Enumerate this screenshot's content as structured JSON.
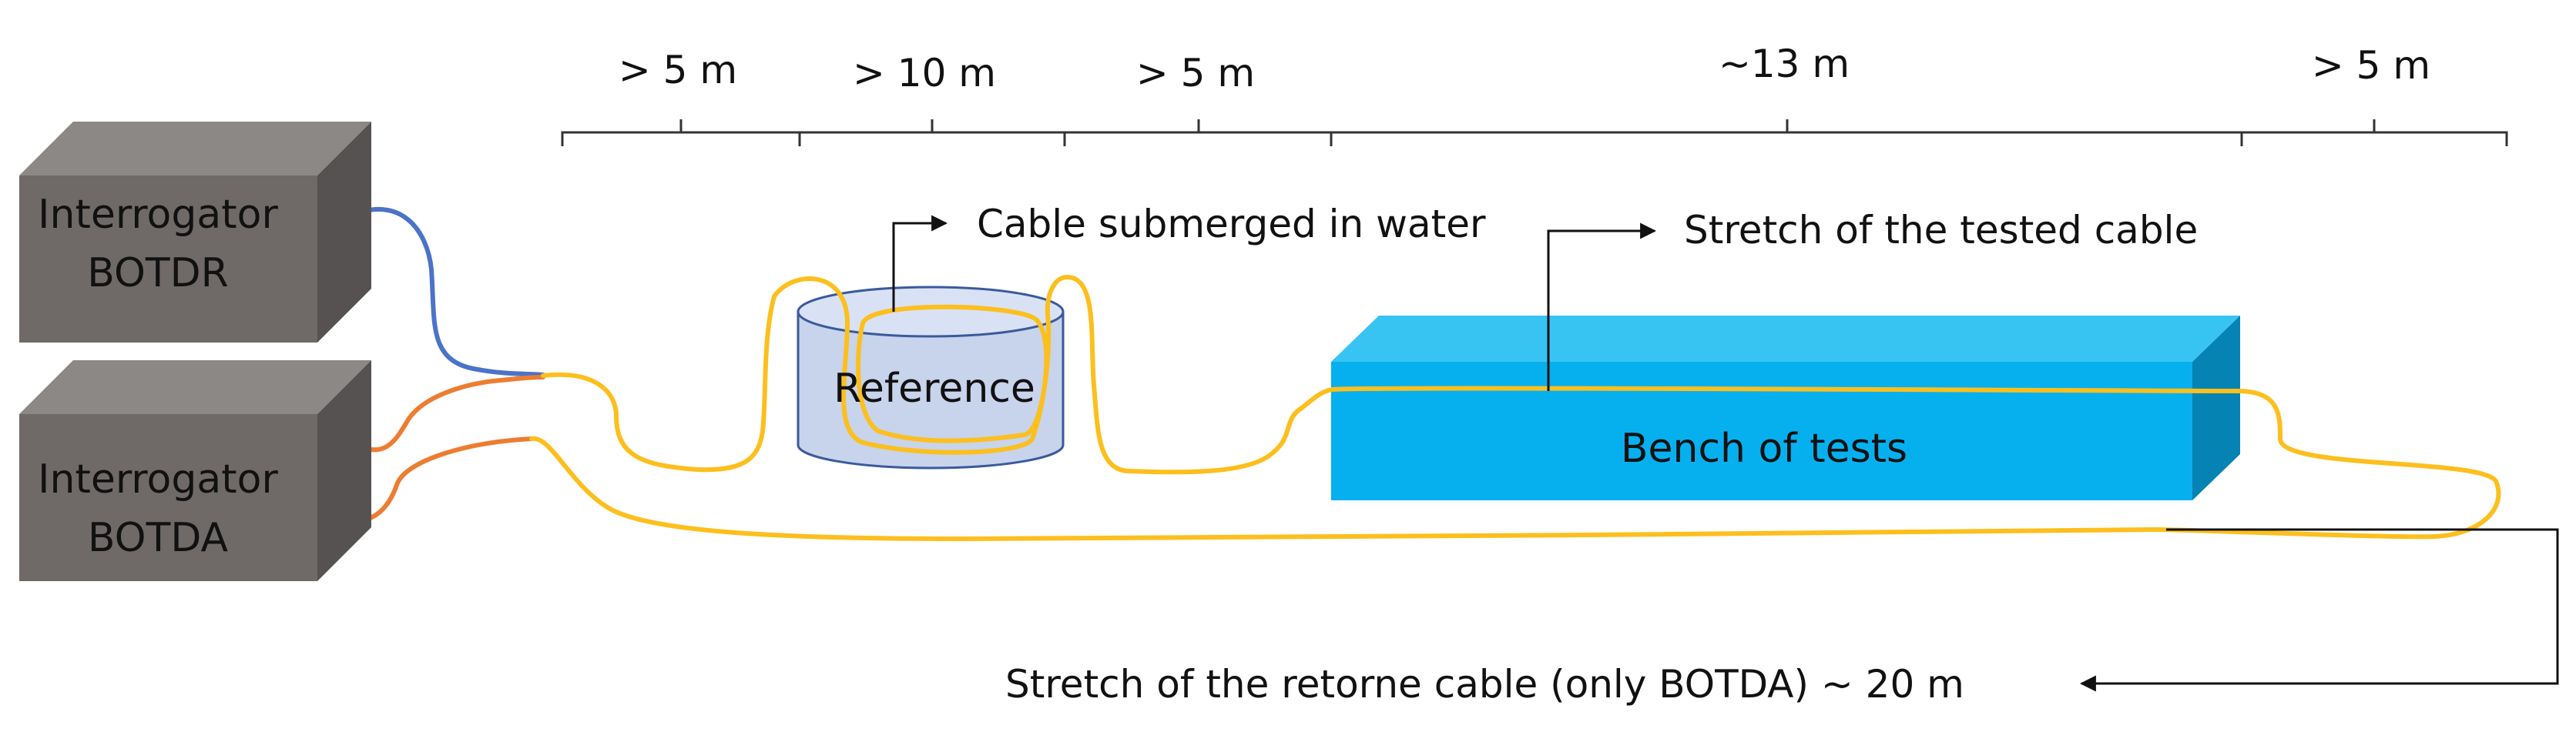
{
  "colors": {
    "box_front": "#6f6a68",
    "box_top": "#8c8886",
    "box_side": "#565251",
    "cable_yellow": "#fcbf1d",
    "cable_blue": "#4a73c9",
    "cable_orange": "#ec7d31",
    "bench_front": "#06b0ef",
    "bench_top": "#38c4f3",
    "bench_side": "#0583b3",
    "bucket_fill": "#c8d3ec",
    "bucket_stroke": "#3a5a9c"
  },
  "icons": [
    "interrogator-box-icon",
    "water-bucket-icon",
    "test-bench-icon",
    "arrow-icon",
    "bracket-icon"
  ],
  "segments": [
    {
      "label": "> 5 m"
    },
    {
      "label": "> 10 m"
    },
    {
      "label": "> 5 m"
    },
    {
      "label": "~13 m"
    },
    {
      "label": "> 5 m"
    }
  ],
  "devices": {
    "botdr": {
      "line1": "Interrogator",
      "line2": "BOTDR"
    },
    "botda": {
      "line1": "Interrogator",
      "line2": "BOTDA"
    }
  },
  "reference": {
    "label": "Reference"
  },
  "bench": {
    "label": "Bench of tests"
  },
  "annotations": {
    "submerged": "Cable submerged in water",
    "tested": "Stretch of the tested cable",
    "return": "Stretch of  the retorne cable (only BOTDA) ~ 20 m"
  }
}
